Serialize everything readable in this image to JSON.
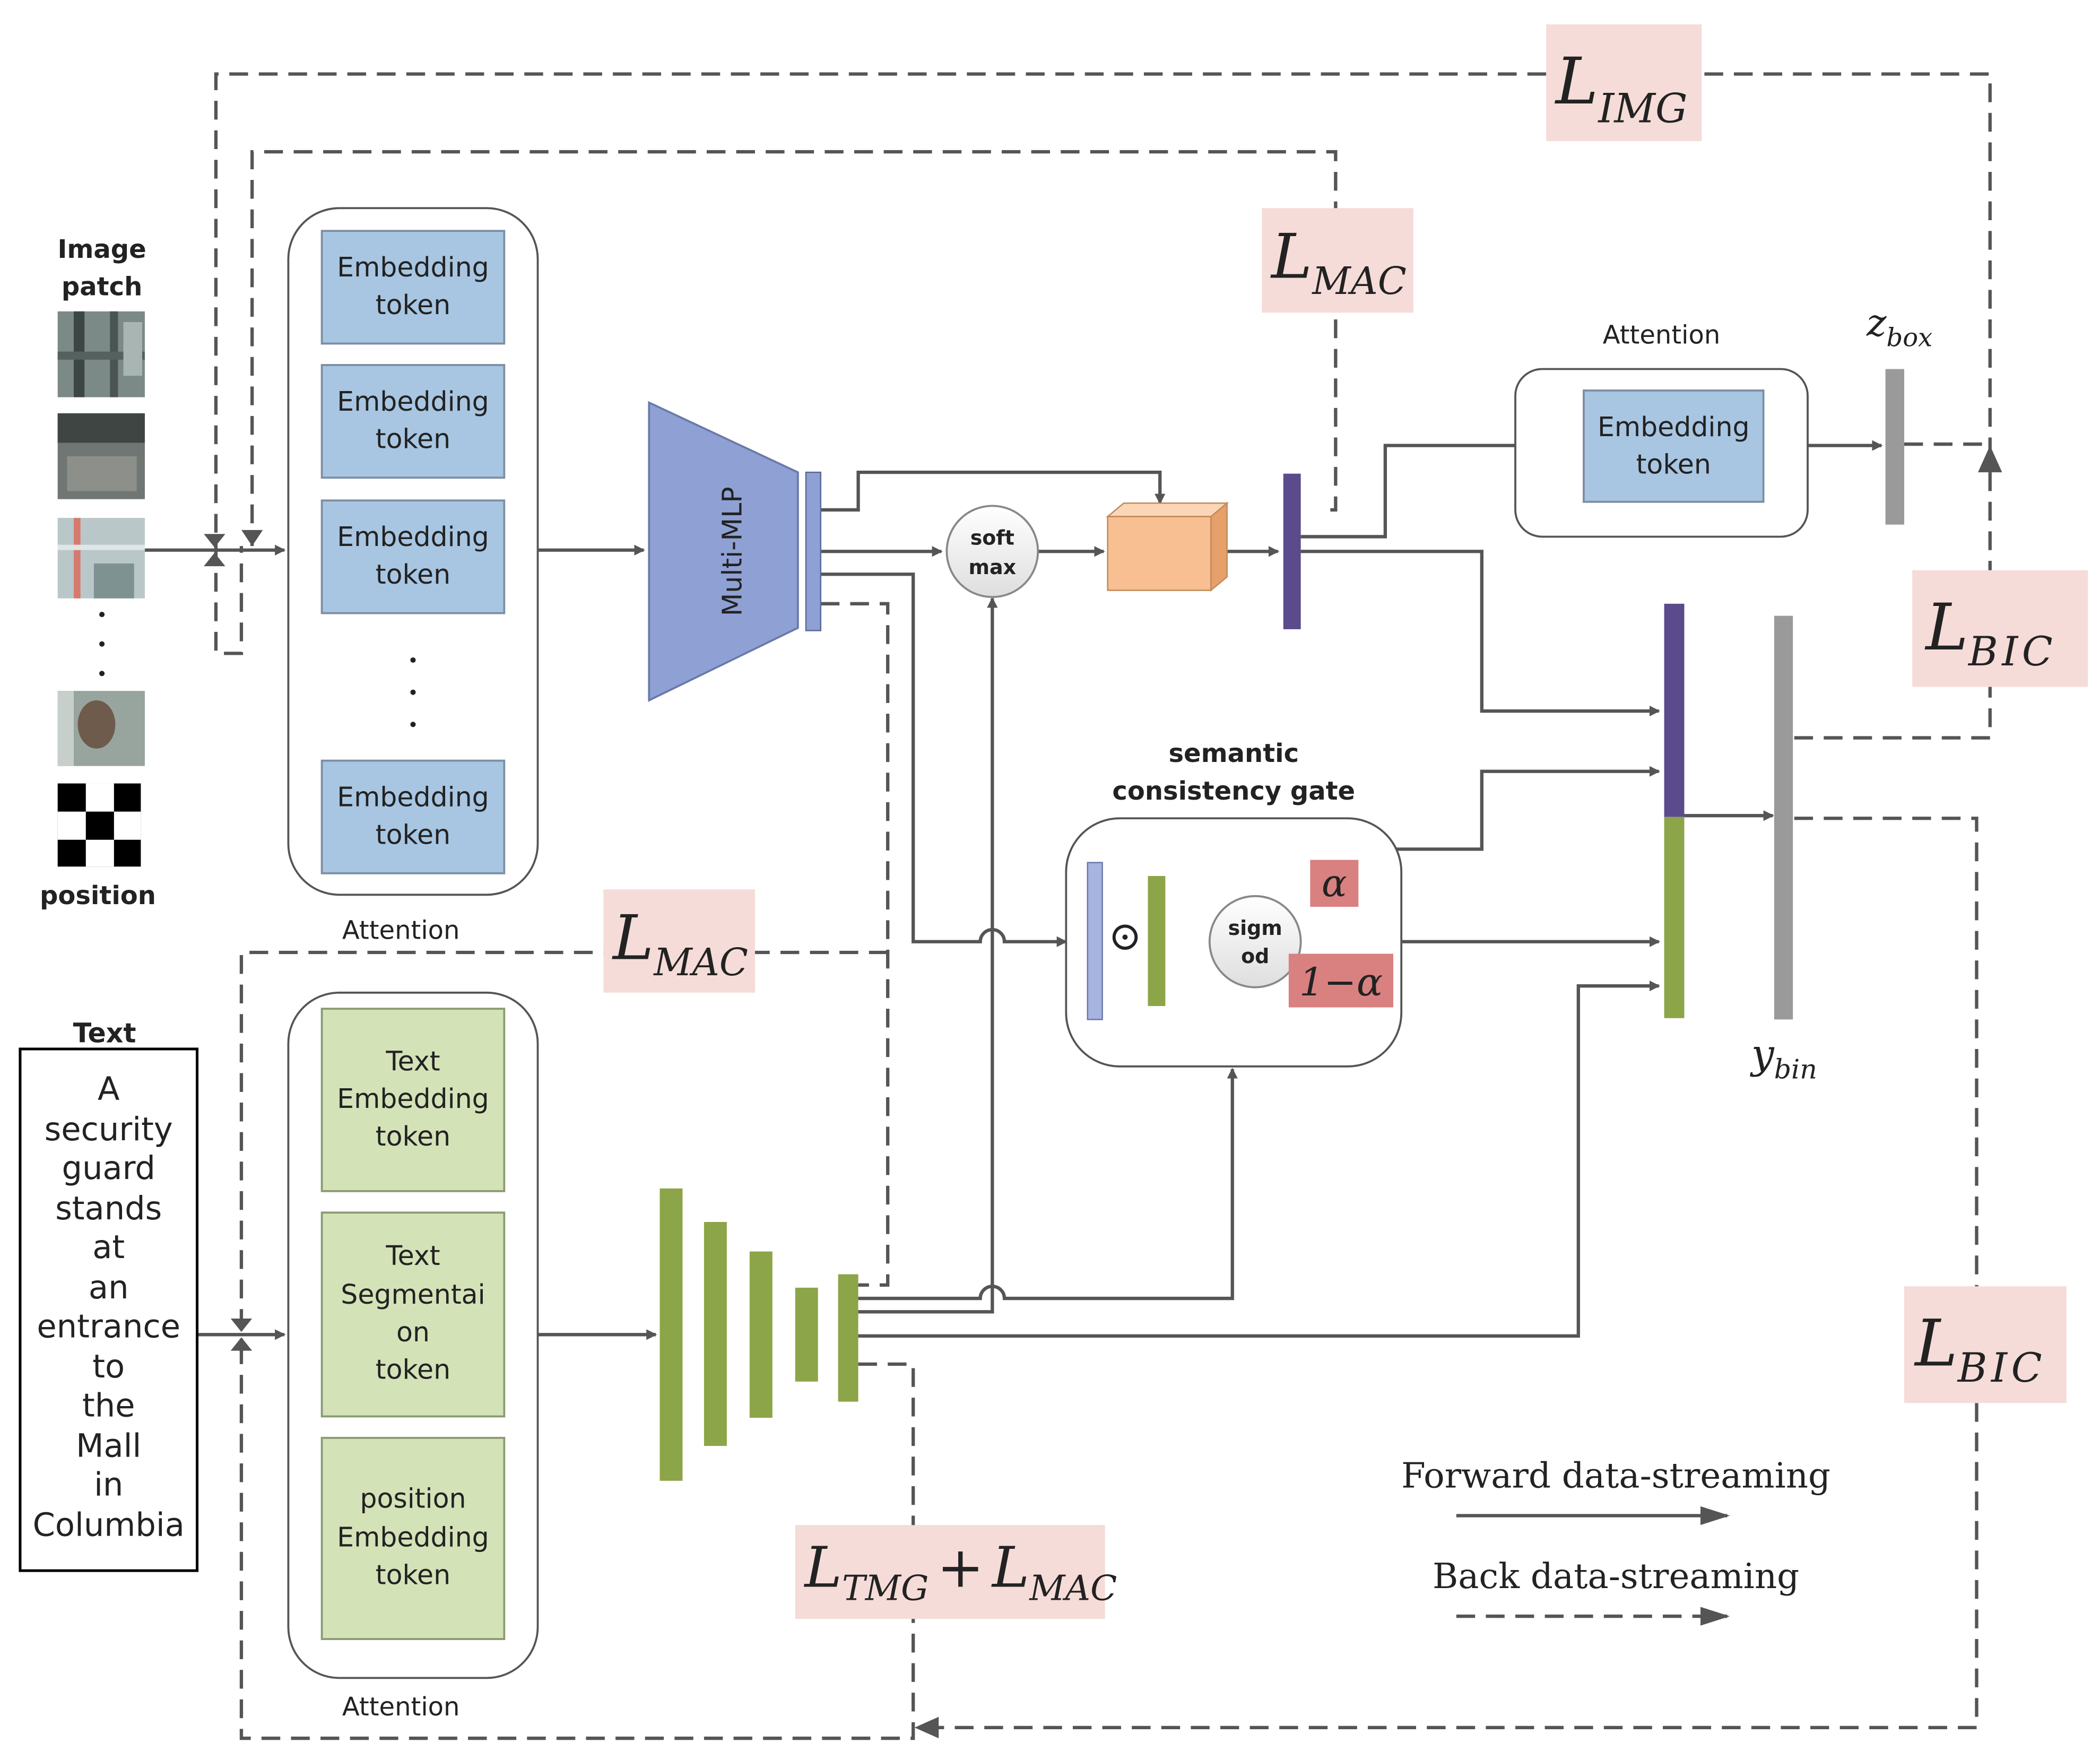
{
  "image_patch": {
    "title_line1": "Image",
    "title_line2": "patch",
    "ellipsis": "·",
    "position_label": "position"
  },
  "embedding_tokens": [
    "Embedding token",
    "Embedding token",
    "Embedding token",
    "Embedding token"
  ],
  "image_attention_label": "Attention",
  "multi_mlp_label": "Multi-MLP",
  "softmax": {
    "line1": "soft",
    "line2": "max"
  },
  "losses": {
    "img": {
      "base": "L",
      "sub": "IMG"
    },
    "mac_top": {
      "base": "L",
      "sub": "MAC"
    },
    "mac_mid": {
      "base": "L",
      "sub": "MAC"
    },
    "bic_top": {
      "base": "L",
      "sub": "BIC"
    },
    "bic_bottom": {
      "base": "L",
      "sub": "BIC"
    },
    "tmg": {
      "base1": "L",
      "sub1": "TMG",
      "plus": "+",
      "base2": "L",
      "sub2": "MAC"
    }
  },
  "box_attention": {
    "title": "Attention",
    "token_line1": "Embedding",
    "token_line2": "token"
  },
  "z_box": {
    "base": "z",
    "sub": "box"
  },
  "y_bin": {
    "base": "y",
    "sub": "bin"
  },
  "gate": {
    "title_line1": "semantic",
    "title_line2": "consistency gate",
    "odot": "⊙",
    "sigmoid_line1": "sigm",
    "sigmoid_line2": "od",
    "alpha": "α",
    "one_minus_alpha": "1−α"
  },
  "text_input": {
    "title": "Text",
    "lines": [
      "A",
      "security",
      "guard",
      "stands",
      "at",
      "an",
      "entrance",
      "to",
      "the",
      "Mall",
      "in",
      "Columbia"
    ]
  },
  "text_tokens": [
    [
      "Text",
      "Embedding",
      "token"
    ],
    [
      "Text",
      "Segmentai",
      "on",
      "token"
    ],
    [
      "position",
      "Embedding",
      "token"
    ]
  ],
  "text_attention_label": "Attention",
  "legend": {
    "forward": "Forward data-streaming",
    "back": "Back data-streaming"
  },
  "colors": {
    "line": "#555555",
    "embedding_blue": "#a8c6e2",
    "text_green": "#d4e2b8",
    "mlp_blue": "#8fa1d4",
    "feature_purple": "#5b4a8c",
    "feature_green": "#8ca548",
    "orange": "#f7bf92",
    "loss_bg": "#f5dcd8",
    "alpha_red": "#d98080",
    "gray_bar": "#9a9a9a"
  }
}
